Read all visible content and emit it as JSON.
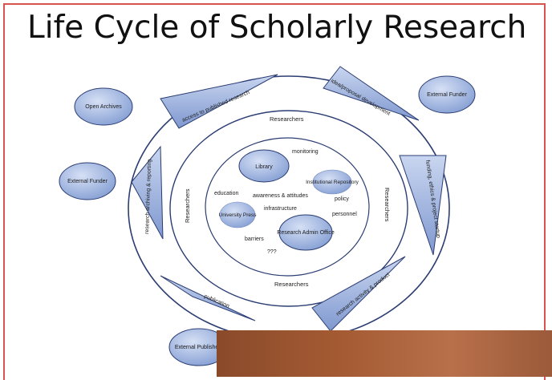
{
  "title": "Life Cycle of Scholarly Research",
  "diagram": {
    "outer_ring_segments": [
      "access to published research",
      "idea/proposal development",
      "funding, ethics & project startup",
      "research activity & product",
      "publication",
      "research archiving & reporting"
    ],
    "researchers_labels": [
      "Researchers",
      "Researchers",
      "Researchers",
      "Researchers"
    ],
    "external_nodes": [
      "Open Archives",
      "External Funder",
      "External Funder",
      "External Publishers"
    ],
    "inner_nodes": [
      "Library",
      "Institutional Repository",
      "University Press",
      "Research Admin Office"
    ],
    "inner_terms": [
      "monitoring",
      "education",
      "awareness & attitudes",
      "policy",
      "infrastructure",
      "personnel",
      "barriers",
      "???"
    ]
  },
  "colors": {
    "fill": "#8fa6d6",
    "stroke": "#2b3d73",
    "frame": "#d9534f"
  }
}
